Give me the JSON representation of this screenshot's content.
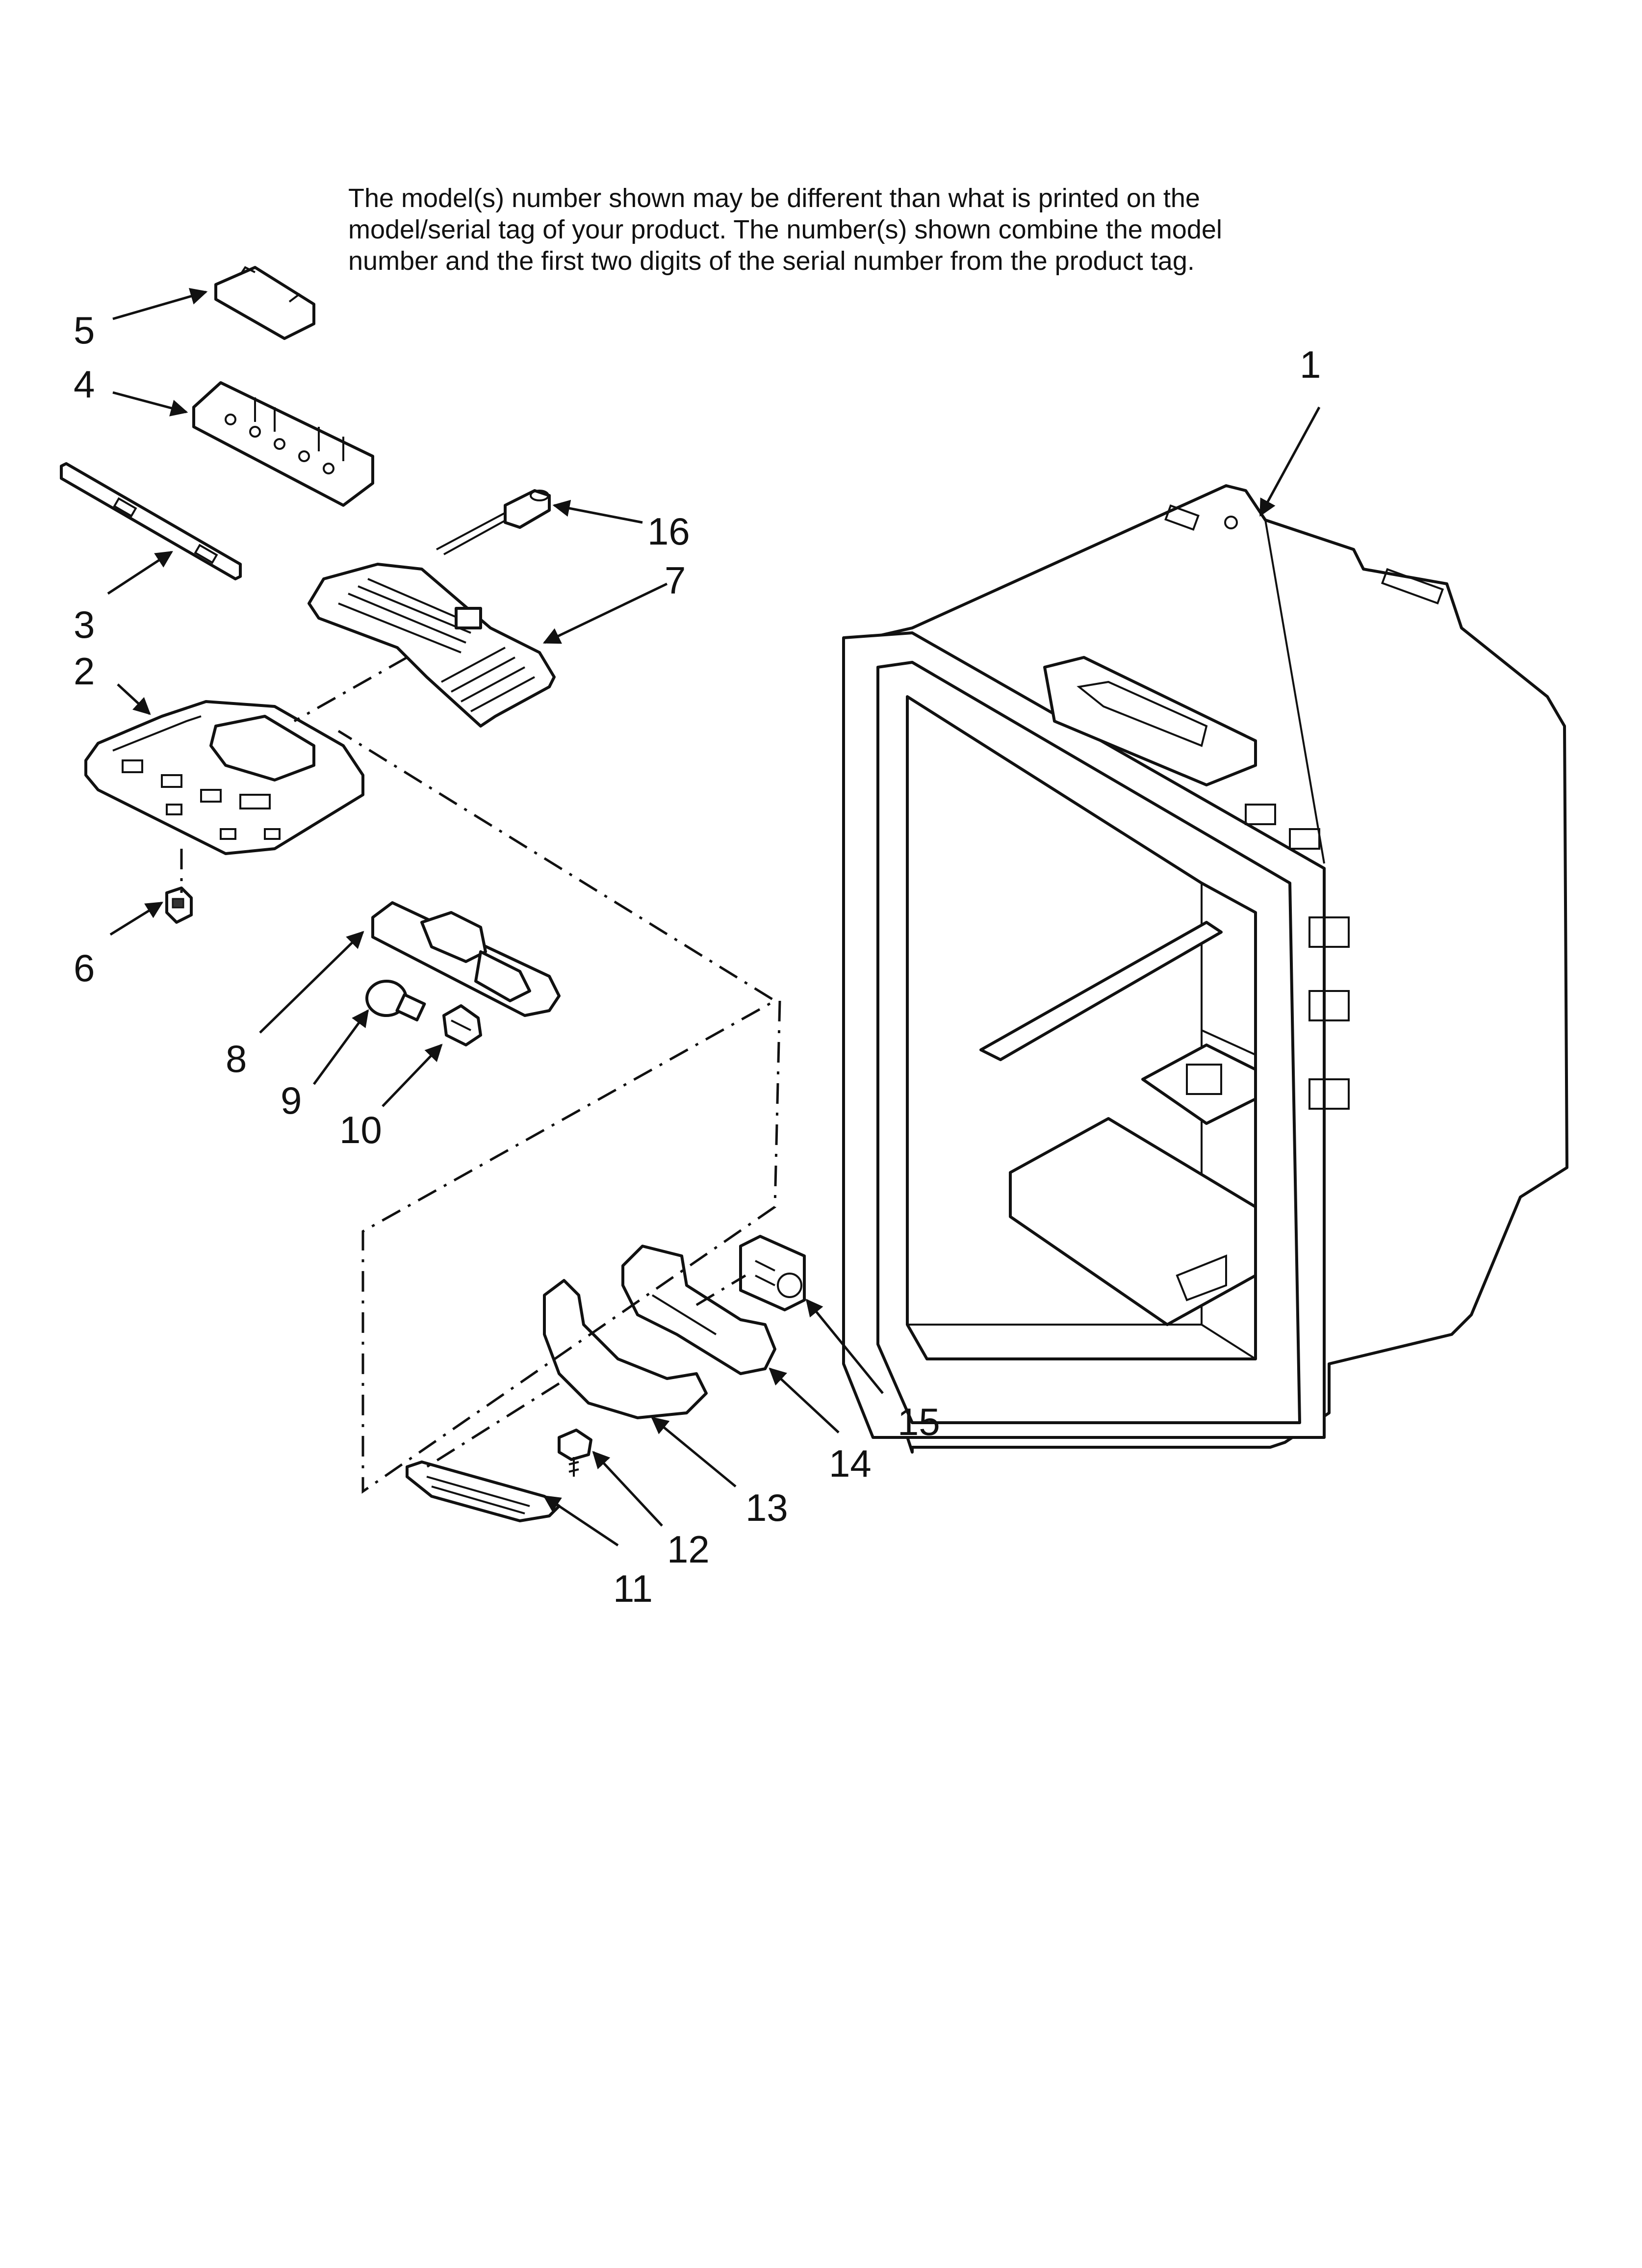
{
  "note": {
    "lines": [
      "The model(s) number shown may be different than what is printed on the",
      "model/serial tag of your product. The number(s) shown combine the model",
      "number and the first two digits of the serial number from the product tag."
    ]
  },
  "callouts": [
    {
      "id": "1",
      "label": "1"
    },
    {
      "id": "2",
      "label": "2"
    },
    {
      "id": "3",
      "label": "3"
    },
    {
      "id": "4",
      "label": "4"
    },
    {
      "id": "5",
      "label": "5"
    },
    {
      "id": "6",
      "label": "6"
    },
    {
      "id": "7",
      "label": "7"
    },
    {
      "id": "8",
      "label": "8"
    },
    {
      "id": "9",
      "label": "9"
    },
    {
      "id": "10",
      "label": "10"
    },
    {
      "id": "11",
      "label": "11"
    },
    {
      "id": "12",
      "label": "12"
    },
    {
      "id": "13",
      "label": "13"
    },
    {
      "id": "14",
      "label": "14"
    },
    {
      "id": "15",
      "label": "15"
    },
    {
      "id": "16",
      "label": "16"
    }
  ]
}
